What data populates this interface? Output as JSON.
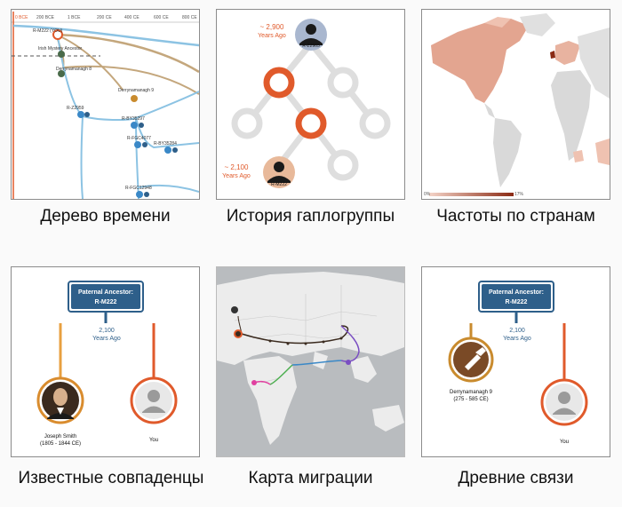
{
  "cards": [
    {
      "caption": "Дерево времени",
      "axis_labels": [
        "0 BCE",
        "200 BCE",
        "1 BCE",
        "200 CE",
        "400 CE",
        "600 CE",
        "800 CE"
      ],
      "nodes": [
        "R-M222 (YOU)",
        "Irish Mystery Ancestor",
        "Derrynamanagh 8",
        "Derrynamanagh 9",
        "R-Z2959",
        "R-BY35297",
        "R-FGC4077",
        "R-BY35284",
        "R-FGC12948"
      ]
    },
    {
      "caption": "История гаплогруппы",
      "top_years": "~ 2,900",
      "top_unit": "Years Ago",
      "top_label": "R-Z2965",
      "bottom_years": "~ 2,100",
      "bottom_unit": "Years Ago",
      "bottom_label": "R-M222"
    },
    {
      "caption": "Частоты по странам",
      "scale_min": "0%",
      "scale_max": "17%"
    },
    {
      "caption": "Известные совпаденцы",
      "ancestor_title": "Paternal Ancestor:",
      "ancestor_name": "R-M222",
      "years": "2,100",
      "years_unit": "Years Ago",
      "match_name": "Joseph Smith",
      "match_dates": "(1805 - 1844 CE)",
      "you_label": "You"
    },
    {
      "caption": "Карта миграции"
    },
    {
      "caption": "Древние связи",
      "ancestor_title": "Paternal Ancestor:",
      "ancestor_name": "R-M222",
      "years": "2,100",
      "years_unit": "Years Ago",
      "match_name": "Derrynamanagh 9",
      "match_dates": "(275 - 585 CE)",
      "you_label": "You"
    }
  ],
  "colors": {
    "orange": "#e05a2b",
    "navy": "#2e5f8a",
    "tree_blue": "#8cc3e3",
    "tree_tan": "#c4a77d",
    "map_red": "#e8a08a",
    "map_gray": "#d9d9d9"
  }
}
